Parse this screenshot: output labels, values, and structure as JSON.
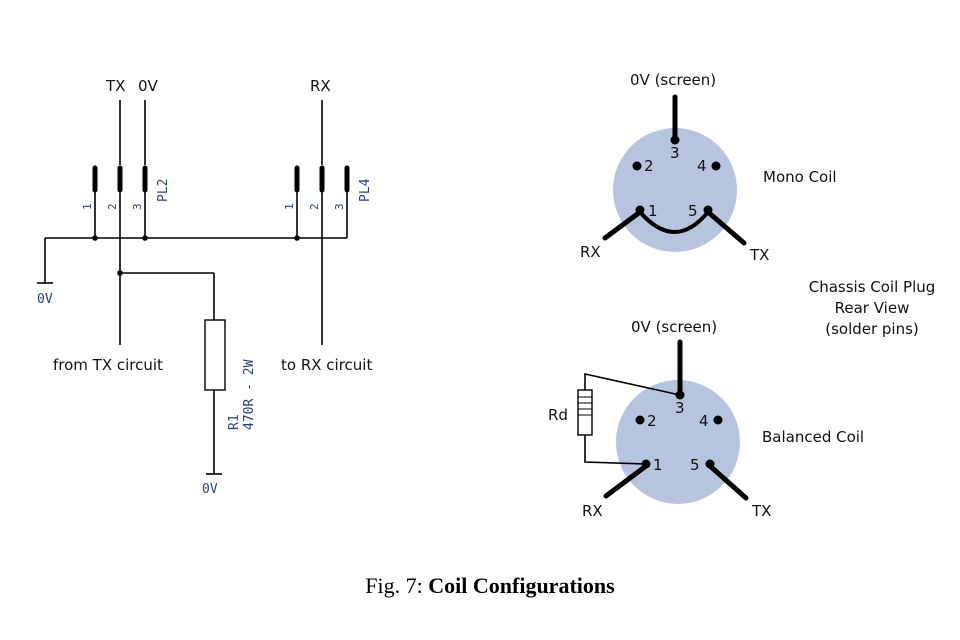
{
  "schematic": {
    "tx_label": "TX",
    "zero_v_label": "0V",
    "rx_label": "RX",
    "pl2_label": "PL2",
    "pl4_label": "PL4",
    "pl2_pins": [
      "1",
      "2",
      "3"
    ],
    "pl4_pins": [
      "1",
      "2",
      "3"
    ],
    "ground_left_label": "0V",
    "ground_bottom_label": "0V",
    "from_tx_label": "from TX circuit",
    "to_rx_label": "to RX circuit",
    "resistor_ref": "R1",
    "resistor_value": "470R - 2W"
  },
  "mono_coil": {
    "top_label": "0V (screen)",
    "title": "Mono Coil",
    "pins": [
      "3",
      "2",
      "4",
      "1",
      "5"
    ],
    "rx_label": "RX",
    "tx_label": "TX"
  },
  "balanced_coil": {
    "top_label": "0V (screen)",
    "title": "Balanced Coil",
    "pins": [
      "3",
      "2",
      "4",
      "1",
      "5"
    ],
    "rx_label": "RX",
    "tx_label": "TX",
    "resistor_label": "Rd"
  },
  "plug_note": {
    "line1": "Chassis Coil Plug",
    "line2": "Rear View",
    "line3": "(solder pins)"
  },
  "caption": {
    "prefix": "Fig. 7: ",
    "title": "Coil Configurations"
  },
  "colors": {
    "plug_fill": "#b7c4df",
    "schematic_text": "#2a3f78"
  }
}
